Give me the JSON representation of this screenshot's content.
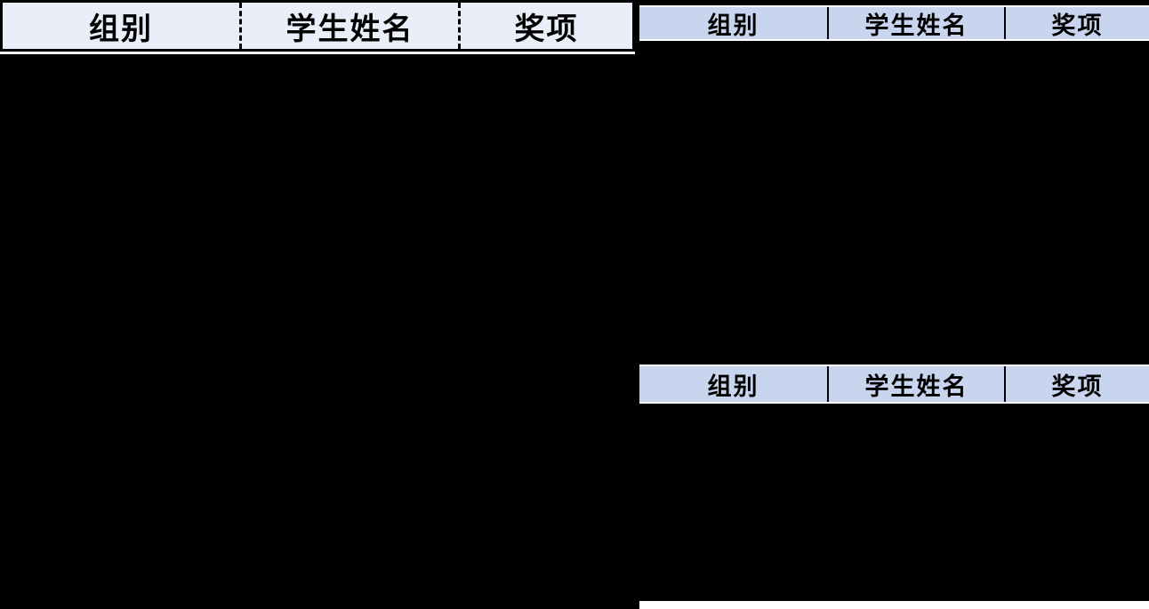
{
  "left_table": {
    "headers": [
      "组别",
      "学生姓名",
      "奖项"
    ]
  },
  "right_top_table": {
    "headers": [
      "组别",
      "学生姓名",
      "奖项"
    ]
  },
  "right_mid_table": {
    "headers": [
      "组别",
      "学生姓名",
      "奖项"
    ]
  },
  "colors": {
    "page_bg": "#000000",
    "left_header_fill": "#e9eef8",
    "right_header_fill": "#c9d5ee",
    "header_text": "#000000",
    "grid_line_white": "#ffffff",
    "grid_line_black": "#000000"
  }
}
